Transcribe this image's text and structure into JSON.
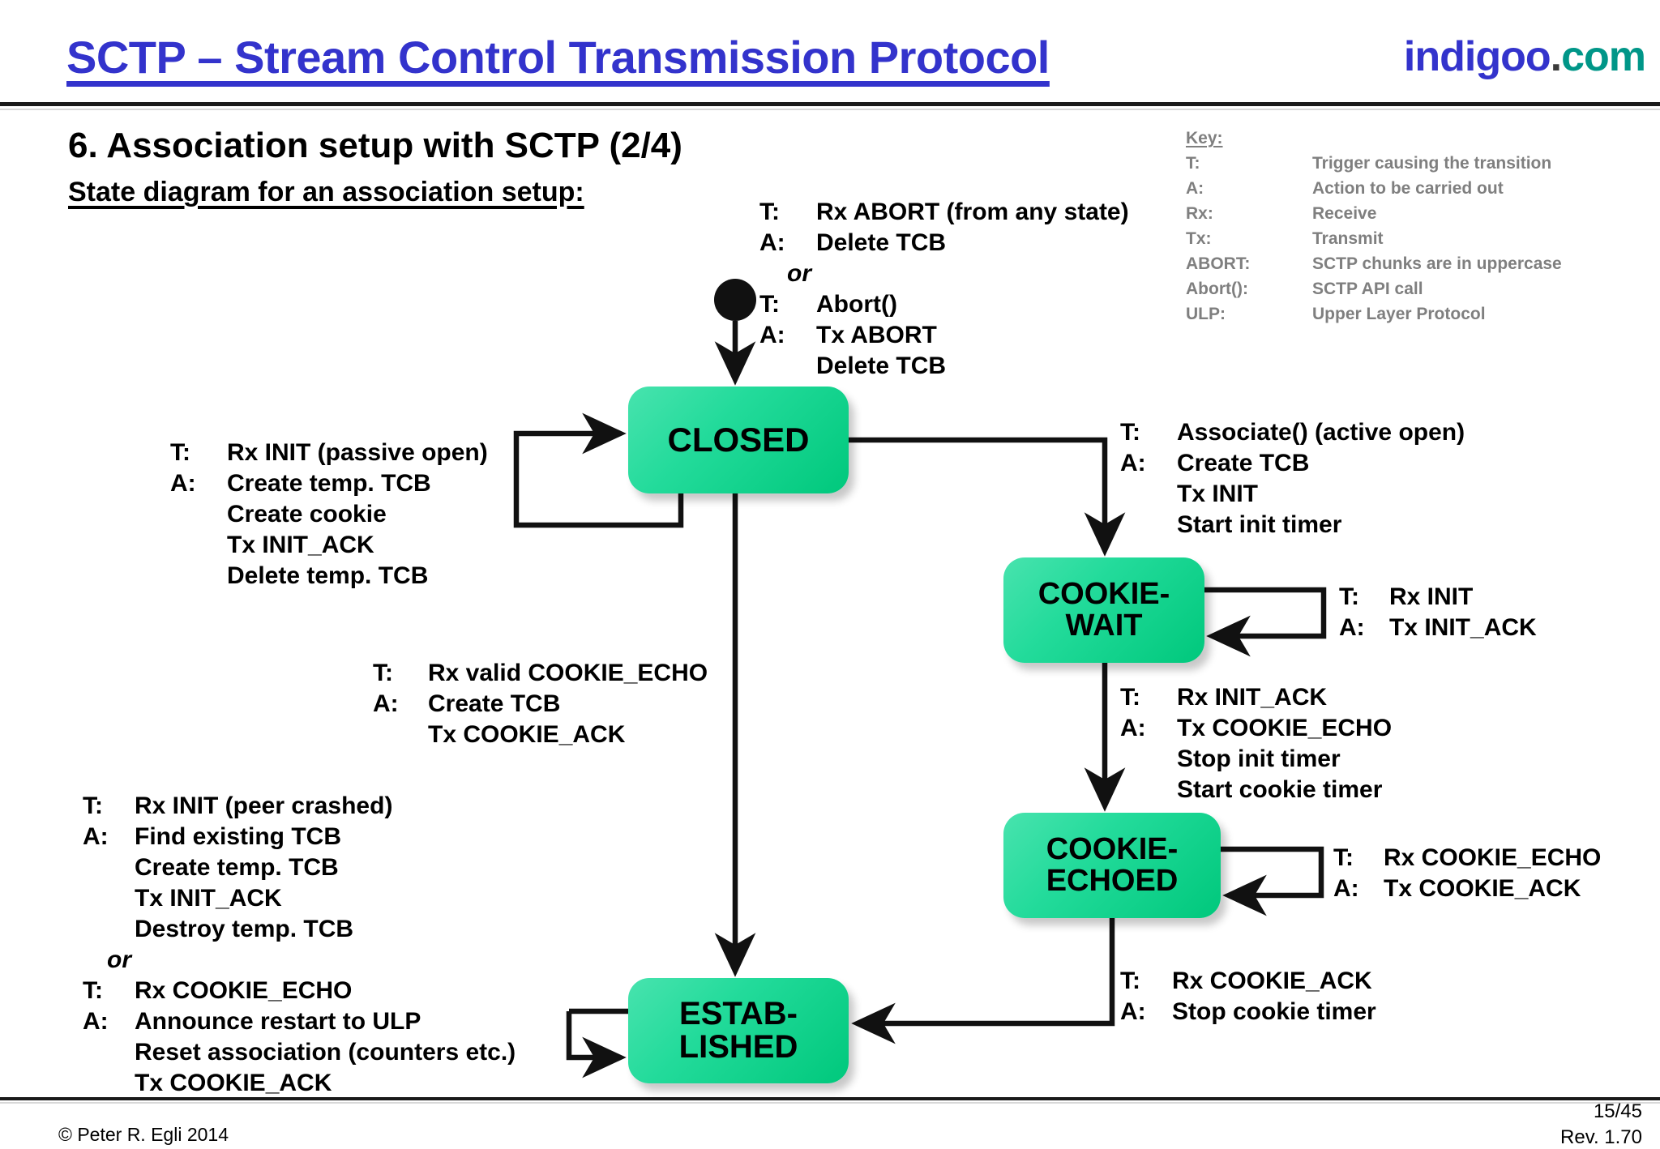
{
  "header": {
    "doc_title": "SCTP – Stream Control Transmission Protocol",
    "brand_name": "indigoo",
    "brand_dot": ".",
    "brand_tld": "com",
    "title_color": "#3333CC",
    "brand_color": "#3333CC",
    "tld_color": "#009688"
  },
  "slide": {
    "title": "6. Association setup with SCTP (2/4)",
    "subtitle": "State diagram for an association setup:"
  },
  "key": {
    "heading": "Key:",
    "entries": [
      {
        "term": "T:",
        "definition": "Trigger causing the transition"
      },
      {
        "term": "A:",
        "definition": "Action to be carried out"
      },
      {
        "term": "Rx:",
        "definition": "Receive"
      },
      {
        "term": "Tx:",
        "definition": "Transmit"
      },
      {
        "term": "ABORT:",
        "definition": "SCTP chunks are in uppercase"
      },
      {
        "term": "Abort():",
        "definition": "SCTP API call"
      },
      {
        "term": "ULP:",
        "definition": "Upper Layer Protocol"
      }
    ]
  },
  "diagram": {
    "state_fill_from": "#48E3AE",
    "state_fill_to": "#00C87C",
    "states": [
      {
        "id": "closed",
        "line1": "CLOSED",
        "line2": ""
      },
      {
        "id": "cookie-wait",
        "line1": "COOKIE-",
        "line2": "WAIT"
      },
      {
        "id": "cookie-echoed",
        "line1": "COOKIE-",
        "line2": "ECHOED"
      },
      {
        "id": "established",
        "line1": "ESTAB-",
        "line2": "LISHED"
      }
    ],
    "transitions": {
      "abort_to_closed": {
        "t_key": "T:",
        "t_value": "Rx ABORT (from any state)",
        "a_key": "A:",
        "a_value": "Delete TCB",
        "or": "or",
        "t2_key": "T:",
        "t2_value": "Abort()",
        "a2_key": "A:",
        "a2_value": "Tx ABORT",
        "a2_extra": "Delete TCB"
      },
      "closed_self_passive": {
        "t_key": "T:",
        "t_value": "Rx INIT (passive open)",
        "a_key": "A:",
        "a_lines": [
          "Create temp. TCB",
          "Create cookie",
          "Tx INIT_ACK",
          "Delete temp. TCB"
        ]
      },
      "closed_to_cookie_wait": {
        "t_key": "T:",
        "t_value": "Associate() (active open)",
        "a_key": "A:",
        "a_lines": [
          "Create TCB",
          "Tx INIT",
          "Start init timer"
        ]
      },
      "cookie_wait_self": {
        "t_key": "T:",
        "t_value": "Rx INIT",
        "a_key": "A:",
        "a_value": "Tx INIT_ACK"
      },
      "closed_to_established": {
        "t_key": "T:",
        "t_value": "Rx valid COOKIE_ECHO",
        "a_key": "A:",
        "a_lines": [
          "Create TCB",
          "Tx COOKIE_ACK"
        ]
      },
      "cookie_wait_to_echoed": {
        "t_key": "T:",
        "t_value": "Rx INIT_ACK",
        "a_key": "A:",
        "a_lines": [
          "Tx COOKIE_ECHO",
          "Stop init timer",
          "Start cookie timer"
        ]
      },
      "cookie_echoed_self": {
        "t_key": "T:",
        "t_value": "Rx COOKIE_ECHO",
        "a_key": "A:",
        "a_value": "Tx COOKIE_ACK"
      },
      "established_self": {
        "t_key": "T:",
        "t_value": "Rx INIT (peer crashed)",
        "a_key": "A:",
        "a_lines": [
          "Find existing TCB",
          "Create temp. TCB",
          "Tx INIT_ACK",
          "Destroy temp. TCB"
        ],
        "or": "or",
        "t2_key": "T:",
        "t2_value": "Rx COOKIE_ECHO",
        "a2_key": "A:",
        "a2_lines": [
          "Announce restart to ULP",
          "Reset association (counters etc.)",
          "Tx COOKIE_ACK"
        ]
      },
      "cookie_echoed_to_established": {
        "t_key": "T:",
        "t_value": "Rx COOKIE_ACK",
        "a_key": "A:",
        "a_value": "Stop cookie timer"
      }
    }
  },
  "footer": {
    "copyright": "© Peter R. Egli 2014",
    "page": "15/45",
    "revision": "Rev. 1.70"
  }
}
